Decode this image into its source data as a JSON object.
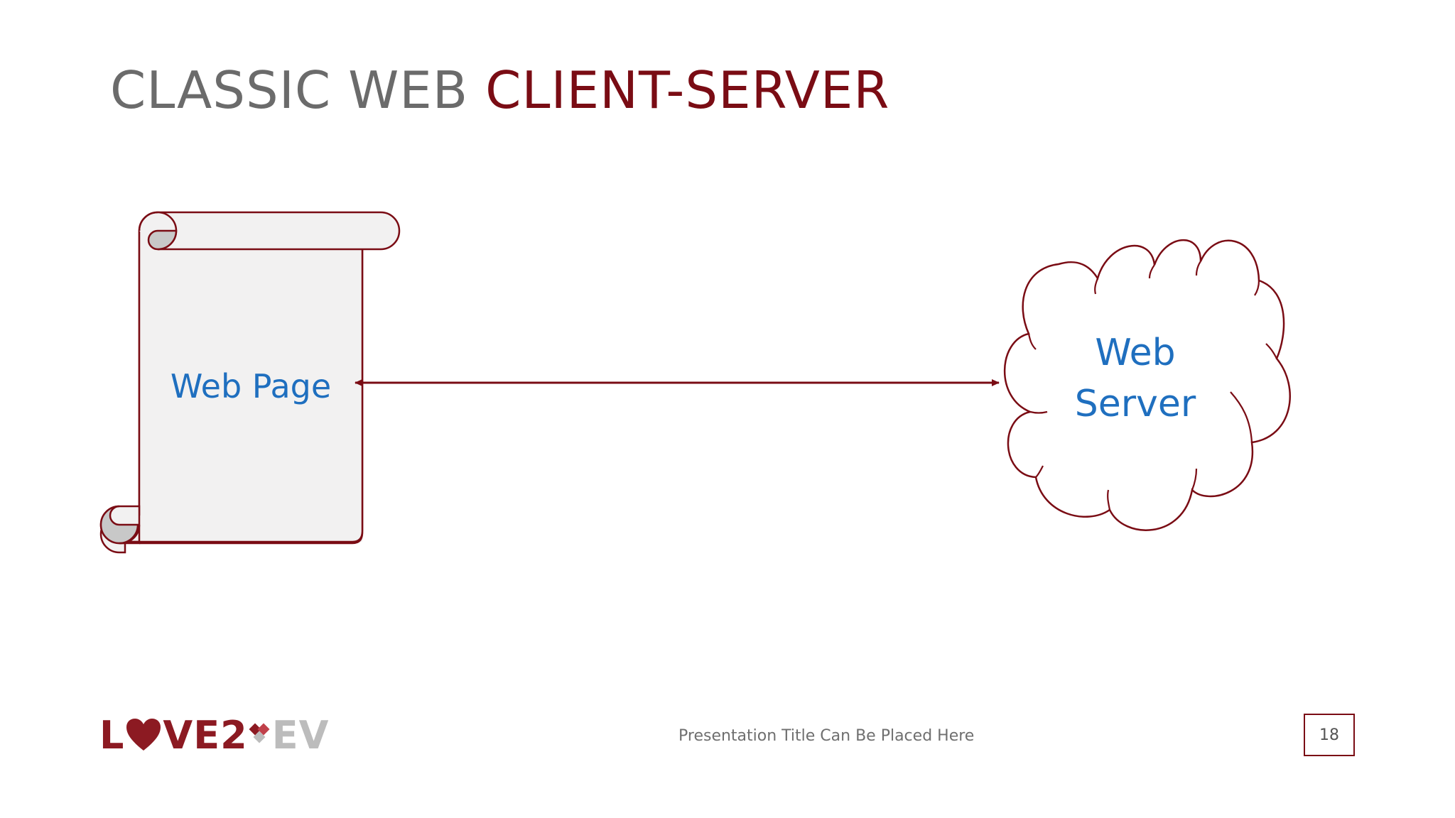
{
  "slide": {
    "title_part1": "CLASSIC WEB",
    "title_part2": "CLIENT-SERVER"
  },
  "diagram": {
    "nodes": [
      {
        "id": "web-page",
        "shape": "scroll",
        "label": "Web Page"
      },
      {
        "id": "web-server",
        "shape": "cloud",
        "label_line1": "Web",
        "label_line2": "Server"
      }
    ],
    "edges": [
      {
        "from": "web-page",
        "to": "web-server",
        "direction": "both"
      }
    ]
  },
  "footer": {
    "logo_part1_pre": "L",
    "logo_part1_post": "VE2",
    "logo_part2": "EV",
    "presentation_title": "Presentation Title Can Be Placed Here",
    "page_number": "18"
  },
  "colors": {
    "accent": "#7a0c14",
    "label": "#1f6fbf",
    "shape_fill": "#f2f1f1",
    "title_gray": "#6b6b6b"
  }
}
